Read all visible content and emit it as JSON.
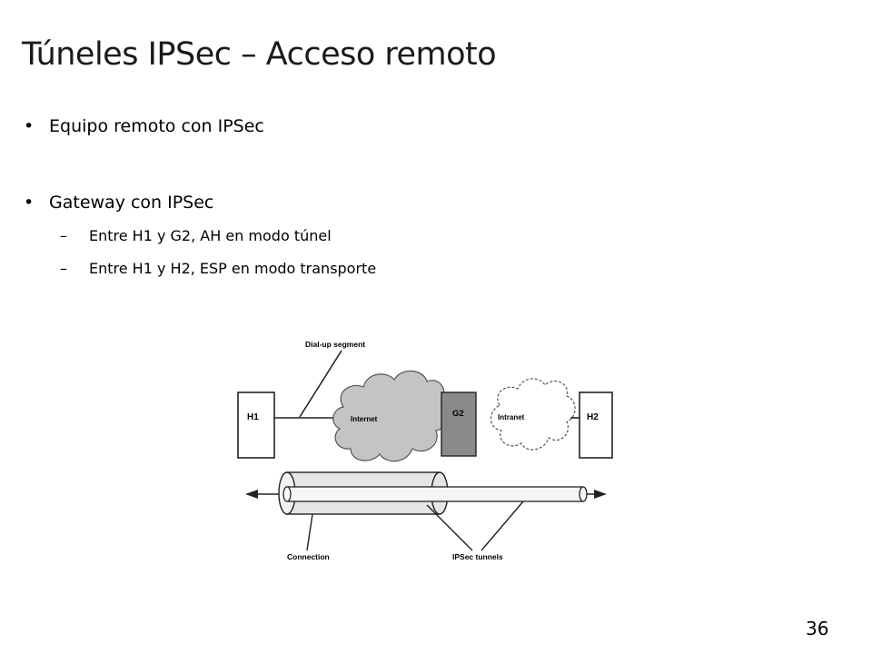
{
  "slide": {
    "title": "Túneles IPSec – Acceso remoto",
    "bullets": [
      {
        "text": "Equipo remoto con IPSec"
      },
      {
        "text": "Gateway con IPSec",
        "sub": [
          "Entre H1 y G2, AH en modo túnel",
          "Entre H1 y H2, ESP en modo transporte"
        ]
      }
    ],
    "bullet_symbol": "•",
    "sub_symbol": "–",
    "page_number": "36"
  },
  "diagram": {
    "labels": {
      "dialup": "Dial-up segment",
      "h1": "H1",
      "internet": "Internet",
      "g2": "G2",
      "intranet": "Intranet",
      "h2": "H2",
      "connection": "Connection",
      "tunnels": "IPSec tunnels"
    },
    "colors": {
      "internet_cloud": "#c4c4c4",
      "g2_box": "#8a8a8a",
      "tunnel_outer": "#e6e6e6",
      "tunnel_inner": "#f5f5f5"
    }
  }
}
